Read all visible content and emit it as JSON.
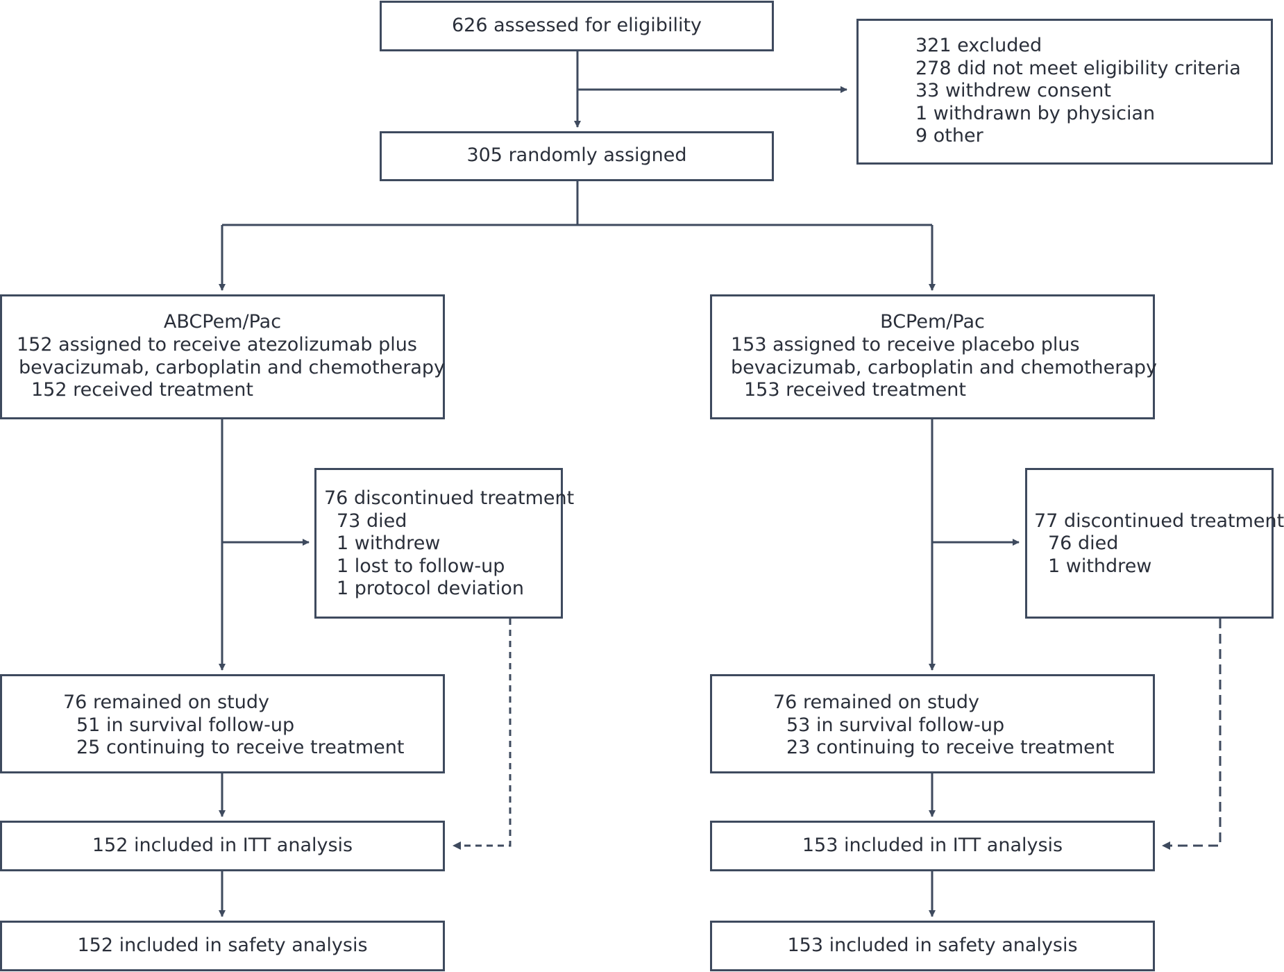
{
  "flow": {
    "assessed": "626 assessed for eligibility",
    "excluded": {
      "total": "321 excluded",
      "not_eligible": "278 did not meet eligibility criteria",
      "withdrew_consent": "33 withdrew consent",
      "withdrawn_physician": "1 withdrawn by physician",
      "other": "9 other"
    },
    "randomized": "305 randomly assigned",
    "left_arm": {
      "name": "ABCPem/Pac",
      "assigned_line1": "152 assigned to receive atezolizumab plus",
      "assigned_line2": "bevacizumab, carboplatin and chemotherapy",
      "received": "152 received treatment",
      "discontinued": {
        "total": "76 discontinued treatment",
        "died": "73 died",
        "withdrew": "1 withdrew",
        "lost": "1 lost to follow-up",
        "protocol": "1 protocol deviation"
      },
      "remained": {
        "total": "76 remained on study",
        "survival": "51 in survival follow-up",
        "continuing": "25 continuing to receive treatment"
      },
      "itt": "152 included in ITT analysis",
      "safety": "152 included in safety analysis"
    },
    "right_arm": {
      "name": "BCPem/Pac",
      "assigned_line1": "153 assigned to receive placebo plus",
      "assigned_line2": "bevacizumab, carboplatin and chemotherapy",
      "received": "153 received treatment",
      "discontinued": {
        "total": "77 discontinued treatment",
        "died": "76 died",
        "withdrew": "1 withdrew"
      },
      "remained": {
        "total": "76 remained on study",
        "survival": "53 in survival follow-up",
        "continuing": "23 continuing to receive treatment"
      },
      "itt": "153 included in ITT analysis",
      "safety": "153 included in safety analysis"
    }
  },
  "colors": {
    "line": "#3e4a5e",
    "text": "#2a2f3a"
  }
}
